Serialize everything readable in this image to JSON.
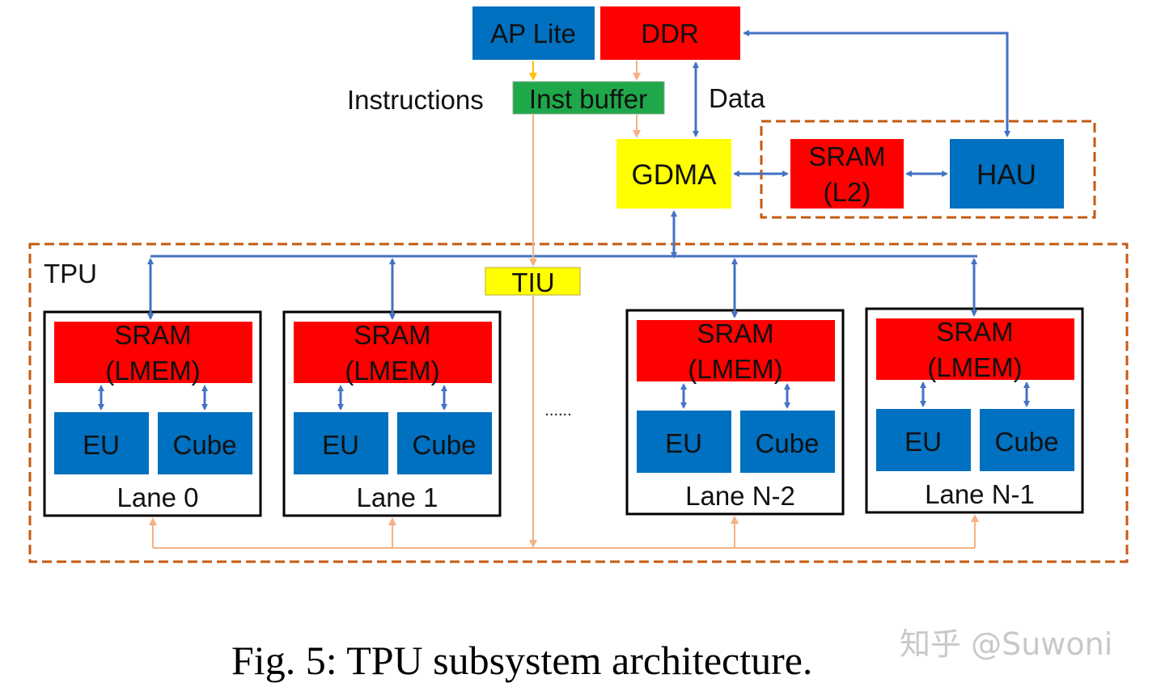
{
  "colors": {
    "blue_block": "#0070c0",
    "red_block": "#ff0000",
    "green_block": "#1fa84a",
    "yellow_block": "#ffff00",
    "data_arrow": "#4472c4",
    "inst_arrow": "#f4b183",
    "ap_arrow": "#ffc000",
    "dashed_border": "#c55a11"
  },
  "top": {
    "ap_lite": "AP Lite",
    "ddr": "DDR",
    "instructions_label": "Instructions",
    "inst_buffer": "Inst buffer",
    "data_label": "Data",
    "gdma": "GDMA",
    "sram_l2_line1": "SRAM",
    "sram_l2_line2": "(L2)",
    "hau": "HAU"
  },
  "tpu": {
    "label": "TPU",
    "tiu": "TIU",
    "ellipsis": "......",
    "lanes": [
      {
        "name": "Lane 0",
        "sram1": "SRAM",
        "sram2": "(LMEM)",
        "eu": "EU",
        "cube": "Cube"
      },
      {
        "name": "Lane 1",
        "sram1": "SRAM",
        "sram2": "(LMEM)",
        "eu": "EU",
        "cube": "Cube"
      },
      {
        "name": "Lane N-2",
        "sram1": "SRAM",
        "sram2": "(LMEM)",
        "eu": "EU",
        "cube": "Cube"
      },
      {
        "name": "Lane N-1",
        "sram1": "SRAM",
        "sram2": "(LMEM)",
        "eu": "EU",
        "cube": "Cube"
      }
    ]
  },
  "caption": "Fig. 5: TPU subsystem architecture.",
  "watermark": "知乎 @Suwoni"
}
